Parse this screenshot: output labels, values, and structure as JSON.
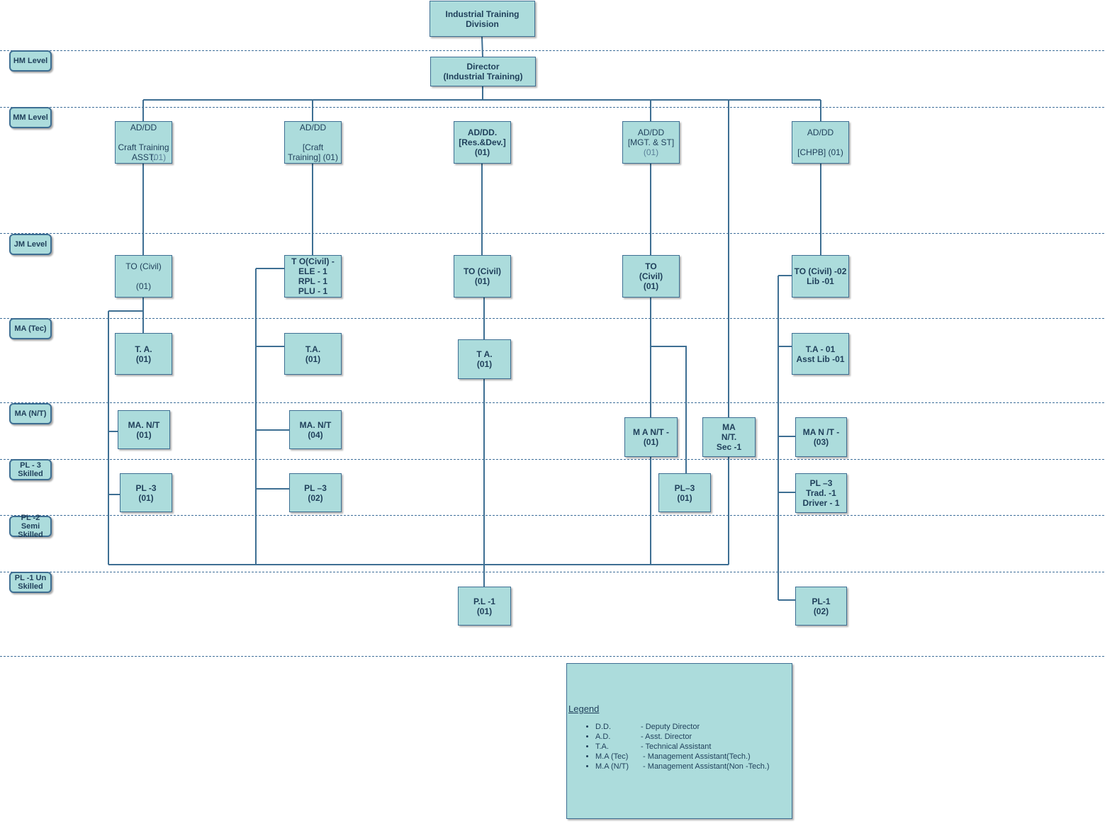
{
  "colors": {
    "box_fill": "#acdcdc",
    "line": "#3e6f93",
    "text": "#1f3f5a"
  },
  "levels": [
    "HM Level",
    "MM Level",
    "JM Level",
    "MA (Tec)",
    "MA (N/T)",
    "PL - 3\nSkilled",
    "PL -2 Semi\nSkilled",
    "PL -1 Un\nSkilled"
  ],
  "nodes": {
    "root": "Industrial Training\nDivision",
    "director": "Director\n(Industrial Training)",
    "ad_craft_asst": {
      "main": "AD/DD\n\nCraft Training\nASST.",
      "count": "(01)"
    },
    "ad_craft": "AD/DD\n\n[Craft\nTraining] (01)",
    "ad_res": "AD/DD.\n[Res.&Dev.]\n(01)",
    "ad_mgt": {
      "main": "AD/DD\n[MGT. & ST]",
      "count": "(01)"
    },
    "ad_chpb": "AD/DD\n\n[CHPB] (01)",
    "to_1": "TO (Civil)\n\n(01)",
    "to_2": "T O(Civil) -\nELE - 1\nRPL - 1\nPLU - 1",
    "to_3": "TO (Civil)\n(01)",
    "to_4": "TO\n(Civil)\n(01)",
    "to_5": "TO (Civil) -02\nLib  -01",
    "ta_1": "T. A.\n(01)",
    "ta_2": "T.A.\n(01)",
    "ta_3": "T A.\n(01)",
    "ta_5": "T.A  - 01\nAsst Lib -01",
    "mant_1": "MA. N/T\n(01)",
    "mant_2": "MA. N/T\n(04)",
    "mant_4": "M A   N/T -\n(01)",
    "ma_sec": "MA\nN/T.\nSec -1",
    "mant_5": "MA  N /T -\n(03)",
    "pl3_1": "PL -3\n(01)",
    "pl3_2": "PL –3\n(02)",
    "pl3_4": "PL–3\n(01)",
    "pl3_5": "PL –3\nTrad. -1\nDriver - 1",
    "pl1_3": "P.L -1\n(01)",
    "pl1_5": "PL-1\n(02)"
  },
  "legend": {
    "title": "Legend",
    "items": [
      {
        "abbr": "D.D.",
        "desc": "- Deputy Director"
      },
      {
        "abbr": "A.D.",
        "desc": "- Asst. Director"
      },
      {
        "abbr": "T.A.",
        "desc": "- Technical Assistant"
      },
      {
        "abbr": "M.A (Tec)",
        "desc": " - Management Assistant(Tech.)"
      },
      {
        "abbr": "M.A (N/T)",
        "desc": " - Management Assistant(Non -Tech.)"
      }
    ]
  }
}
